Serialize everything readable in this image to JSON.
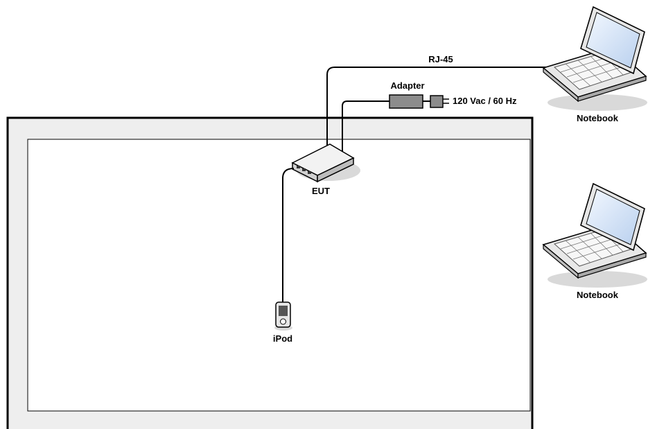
{
  "labels": {
    "cable": "RJ-45",
    "adapter": "Adapter",
    "power": "120 Vac / 60 Hz",
    "eut": "EUT",
    "ipod": "iPod",
    "notebook_top": "Notebook",
    "notebook_bottom": "Notebook"
  },
  "colors": {
    "line": "#000000",
    "table_fill": "#eeeeee",
    "table_inner": "#ffffff",
    "adapter_fill": "#8c8c8c",
    "device_shadow": "#d9d9d9",
    "router_top": "#f2f2f2",
    "router_side": "#d0d0d0",
    "screen_blue": "#cfe0f5"
  },
  "icons": {
    "router": "router-icon",
    "ipod": "ipod-icon",
    "notebook": "laptop-icon",
    "adapter": "power-adapter-icon",
    "plug": "plug-icon"
  }
}
